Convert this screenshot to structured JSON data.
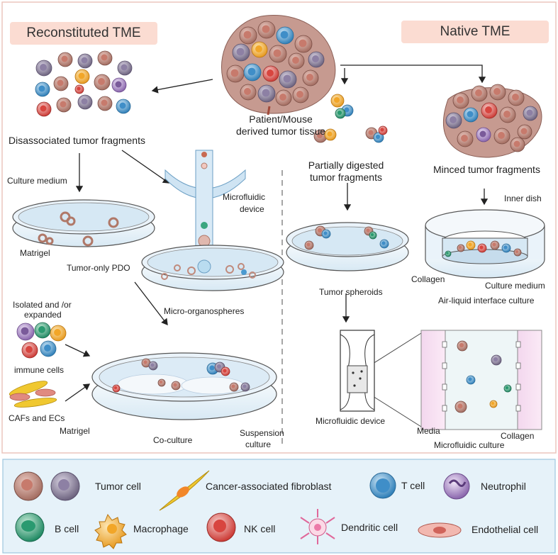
{
  "headers": {
    "reconstituted": "Reconstituted TME",
    "native": "Native TME"
  },
  "source": {
    "label_line1": "Patient/Mouse",
    "label_line2": "derived tumor tissue"
  },
  "left_panel": {
    "disassociated": "Disassociated tumor fragments",
    "culture_medium": "Culture medium",
    "matrigel_pdo": "Matrigel",
    "tumor_only_pdo": "Tumor-only PDO",
    "microfluidic_line1": "Microfluidic",
    "microfluidic_line2": "device",
    "micro_organospheres": "Micro-organospheres",
    "isolated_line1": "Isolated and /or",
    "isolated_line2": "expanded",
    "immune_cells": "immune cells",
    "cafs_ecs": "CAFs and ECs",
    "matrigel_co": "Matrigel",
    "co_culture": "Co-culture",
    "suspension_line1": "Suspension",
    "suspension_line2": "culture"
  },
  "right_panel": {
    "partially_line1": "Partially digested",
    "partially_line2": "tumor fragments",
    "minced": "Minced tumor fragments",
    "tumor_spheroids": "Tumor spheroids",
    "inner_dish": "Inner dish",
    "collagen_ali": "Collagen",
    "culture_medium": "Culture medium",
    "air_liquid": "Air-liquid interface culture",
    "microfluidic_device": "Microfluidic device",
    "media": "Media",
    "collagen_mf": "Collagen",
    "microfluidic_culture": "Microfluidic culture"
  },
  "legend": {
    "tumor_cell": "Tumor cell",
    "caf": "Cancer-associated fibroblast",
    "t_cell": "T cell",
    "neutrophil": "Neutrophil",
    "b_cell": "B cell",
    "macrophage": "Macrophage",
    "nk_cell": "NK cell",
    "dendritic_cell": "Dendritic cell",
    "endothelial_cell": "Endothelial cell"
  },
  "colors": {
    "tumor": "#b98478",
    "tumor_dark": "#8a8098",
    "t_cell": "#4a9ad0",
    "b_cell": "#3aa680",
    "macrophage": "#f2b23a",
    "nk_cell": "#e05a55",
    "neutrophil": "#9a74b4",
    "dendritic": "#ec7aa8",
    "caf": "#f0c830",
    "endothelial": "#e08a80",
    "header_bg": "#fbdcd2",
    "legend_bg": "#e6f2f9",
    "frame": "#ecc6bd"
  }
}
